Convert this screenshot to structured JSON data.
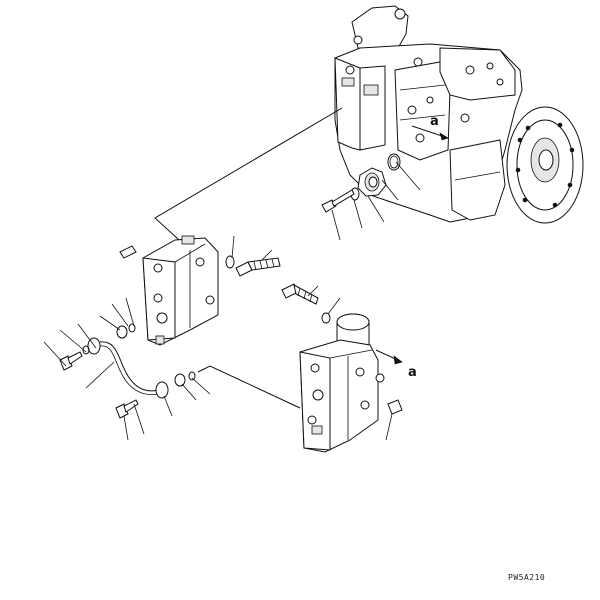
{
  "diagram": {
    "direction_labels": [
      "a",
      "a"
    ],
    "drawing_code": "PW5A210"
  }
}
